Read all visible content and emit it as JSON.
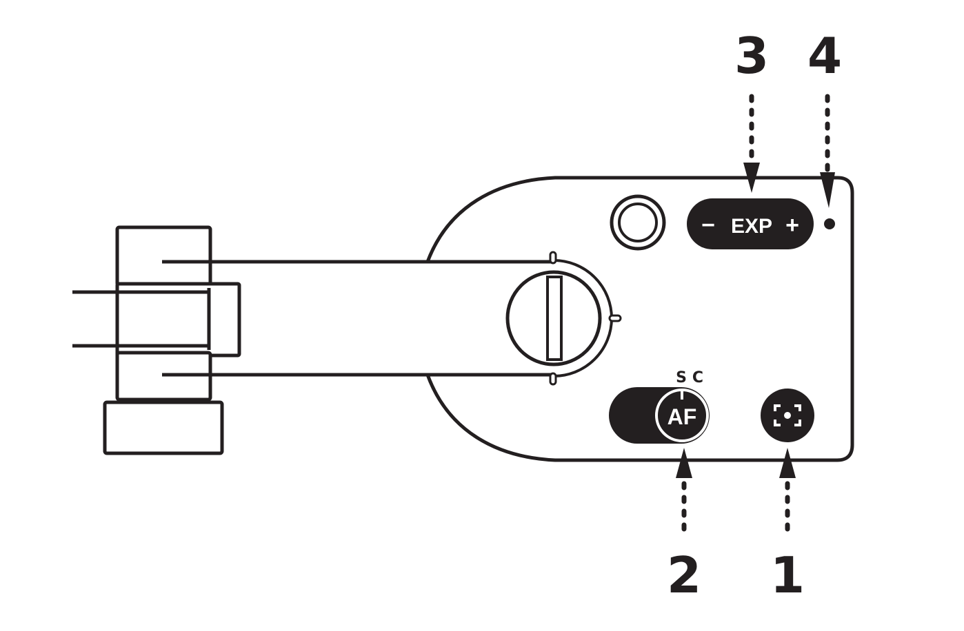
{
  "colors": {
    "ink": "#231f20",
    "background": "#ffffff"
  },
  "callouts": {
    "one": "1",
    "two": "2",
    "three": "3",
    "four": "4"
  },
  "controls": {
    "exposure_minus": "−",
    "exposure_label": "EXP",
    "exposure_plus": "+",
    "af_label": "AF",
    "af_mode_s": "S",
    "af_mode_c": "C"
  },
  "icons": {
    "round_button": "circle-button-icon",
    "focus_button": "focus-frame-icon",
    "indicator": "status-dot-icon",
    "battery_cover": "coin-slot-cover-icon"
  }
}
